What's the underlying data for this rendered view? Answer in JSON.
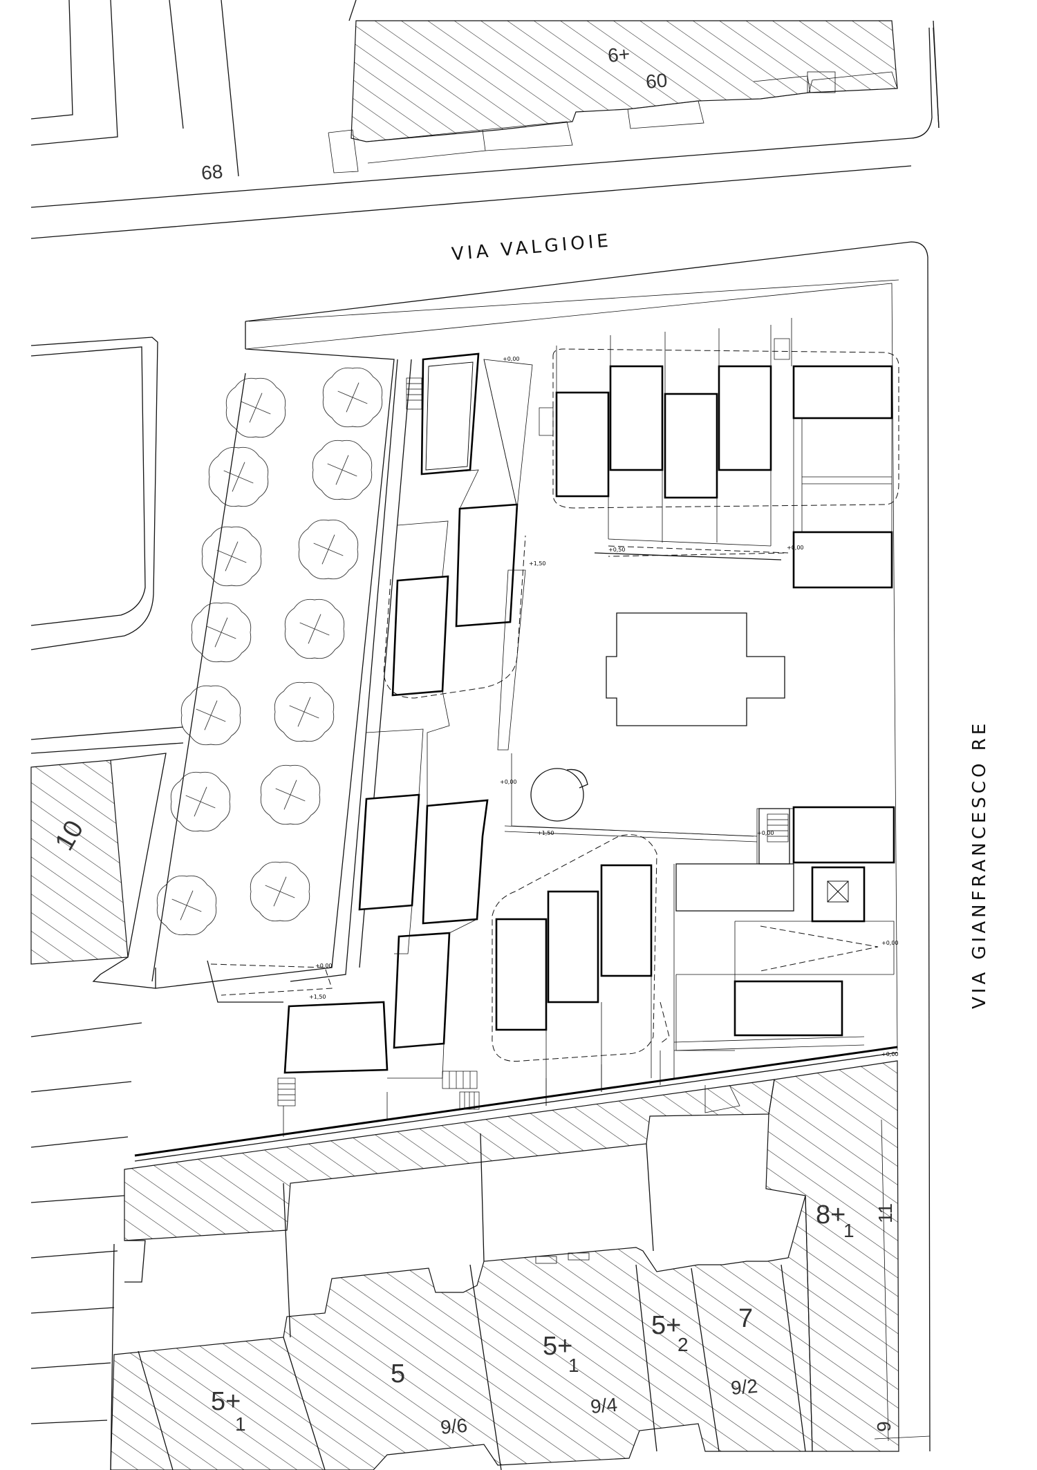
{
  "streets": {
    "north": "VIA VALGIOIE",
    "east": "VIA GIANFRANCESCO RE"
  },
  "parcel_numbers": {
    "top_left": "68",
    "top_block_a": "6+",
    "top_block_b": "60",
    "left_block": "10",
    "right_block_a": "8+",
    "right_block_b": "1",
    "right_block_c": "11",
    "bottom_1a": "5+",
    "bottom_1b": "1",
    "bottom_2": "5",
    "bottom_3a": "5+",
    "bottom_3b": "1",
    "bottom_4a": "5+",
    "bottom_4b": "2",
    "bottom_5": "7",
    "bottom_civic_1": "9/6",
    "bottom_civic_2": "9/4",
    "bottom_civic_3": "9/2",
    "bottom_civic_4": "9"
  },
  "elevations": {
    "e1": "+0,00",
    "e2": "+1,50",
    "e3": "+0,50",
    "e4": "+0,00",
    "e5": "+1,50",
    "e6": "+0,00",
    "e7": "+0,00",
    "e8": "+0,00",
    "e9": "+1,50",
    "e10": "+0,00"
  },
  "colors": {
    "ink": "#111111",
    "paper": "#ffffff"
  }
}
